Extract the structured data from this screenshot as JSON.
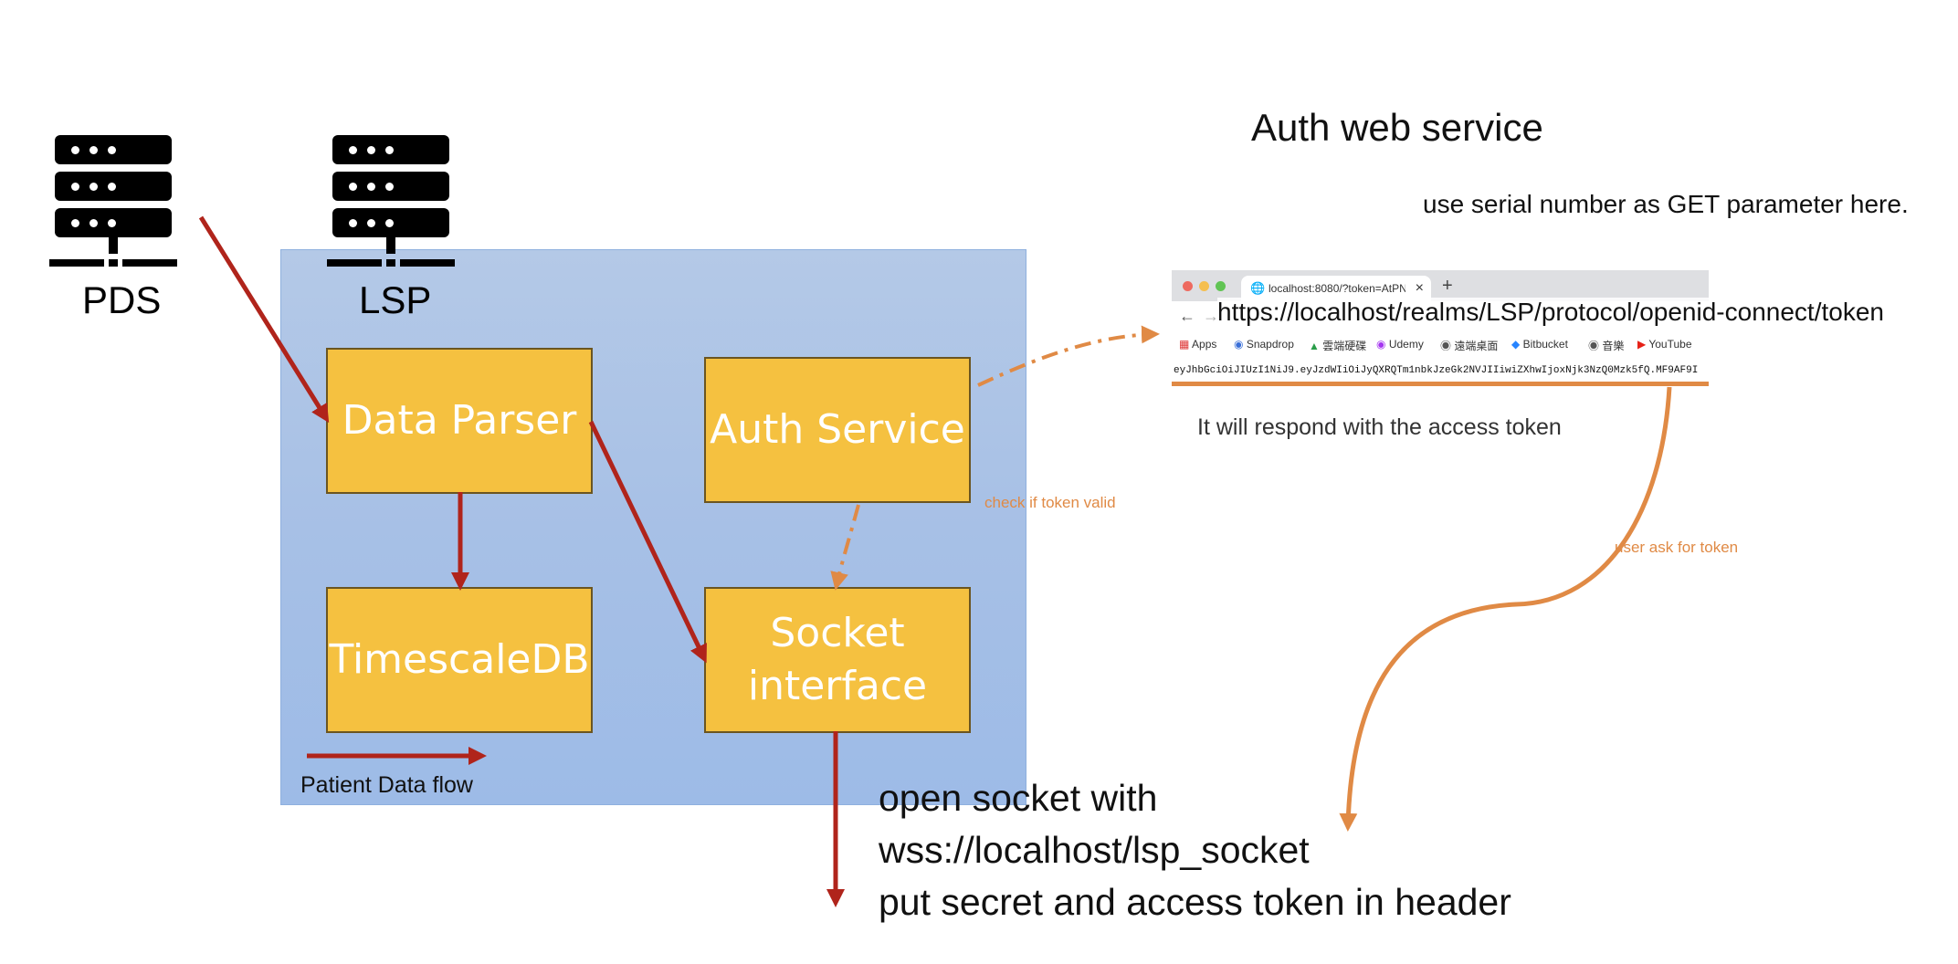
{
  "servers": [
    {
      "id": "pds",
      "label": "PDS"
    },
    {
      "id": "lsp",
      "label": "LSP"
    }
  ],
  "boxes": {
    "data_parser": "Data Parser",
    "auth_service": "Auth Service",
    "timescaledb": "TimescaleDB",
    "socket_interface_line1": "Socket",
    "socket_interface_line2": "interface"
  },
  "legend": {
    "label": "Patient Data flow"
  },
  "auth_web": {
    "title": "Auth web service",
    "hint": "use serial number as GET parameter here.",
    "url": "https://localhost/realms/LSP/protocol/openid-connect/token",
    "respond": "It will respond with the access token"
  },
  "browser": {
    "tab_title": "localhost:8080/?token=AtPN",
    "tab_close": "×",
    "new_tab": "+",
    "bookmarks": [
      "Apps",
      "Snapdrop",
      "雲端硬碟",
      "Udemy",
      "遠端桌面",
      "Bitbucket",
      "音樂",
      "YouTube"
    ],
    "token_text": "eyJhbGciOiJIUzI1NiJ9.eyJzdWIiOiJyQXRQTm1nbkJzeGk2NVJIIiwiZXhwIjoxNjk3NzQ0Mzk5fQ.MF9AF9I"
  },
  "annotations": {
    "check_token": "check if token valid",
    "user_ask": "user ask for token"
  },
  "socket_note": {
    "line1": "open socket with",
    "line2": "wss://localhost/lsp_socket",
    "line3": "put secret and access token in header"
  },
  "colors": {
    "box_fill": "#f5c140",
    "flow_arrow": "#b0241b",
    "auth_arrow": "#e08a45",
    "region": "#a7c0e6"
  }
}
